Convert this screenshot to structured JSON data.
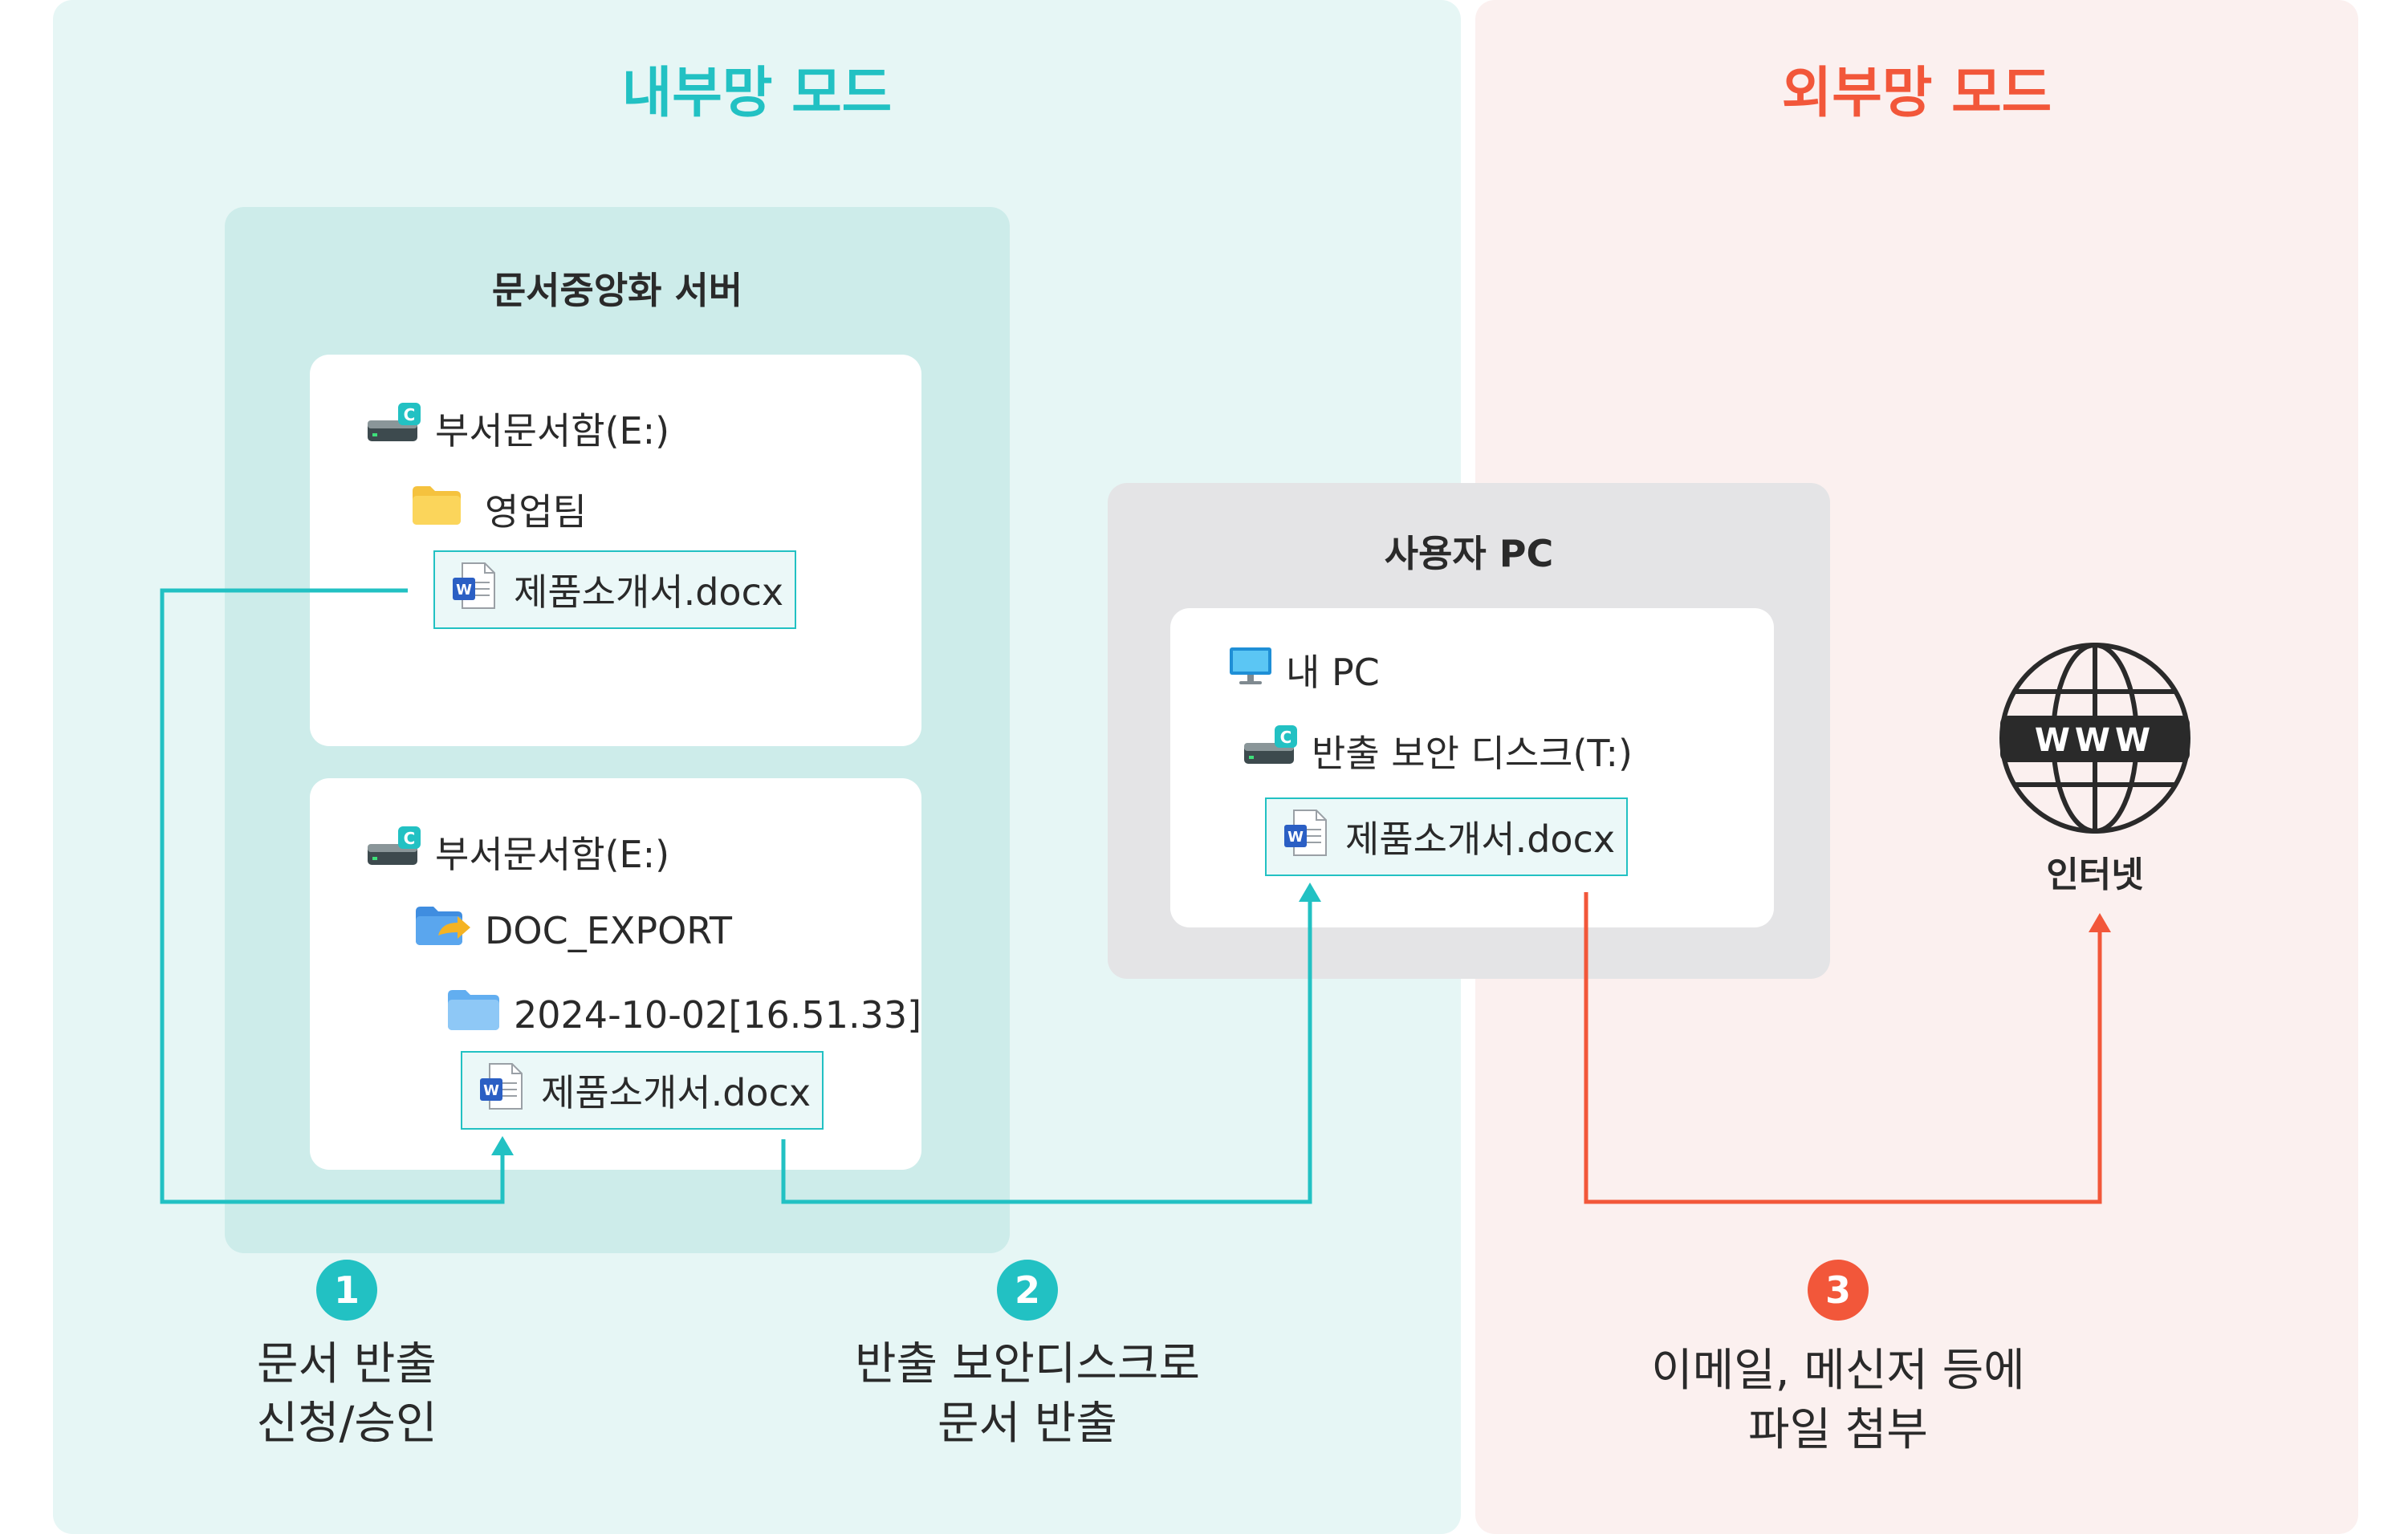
{
  "colors": {
    "internal_accent": "#22c1c3",
    "external_accent": "#f2573a"
  },
  "zones": {
    "internal_title": "내부망 모드",
    "external_title": "외부망 모드"
  },
  "server": {
    "title": "문서중앙화 서버",
    "card1": {
      "drive": "부서문서함(E:)",
      "folder": "영업팀",
      "file": "제품소개서.docx"
    },
    "card2": {
      "drive": "부서문서함(E:)",
      "export_folder": "DOC_EXPORT",
      "date_folder": "2024-10-02[16.51.33]",
      "file": "제품소개서.docx"
    }
  },
  "pc": {
    "title": "사용자 PC",
    "my_pc": "내 PC",
    "drive": "반출 보안 디스크(T:)",
    "file": "제품소개서.docx"
  },
  "internet": {
    "label": "인터넷",
    "globe_text": "WWW"
  },
  "steps": [
    {
      "number": "1",
      "line1": "문서 반출",
      "line2": "신청/승인"
    },
    {
      "number": "2",
      "line1": "반출 보안디스크로",
      "line2": "문서 반출"
    },
    {
      "number": "3",
      "line1": "이메일, 메신저 등에",
      "line2": "파일 첨부"
    }
  ]
}
